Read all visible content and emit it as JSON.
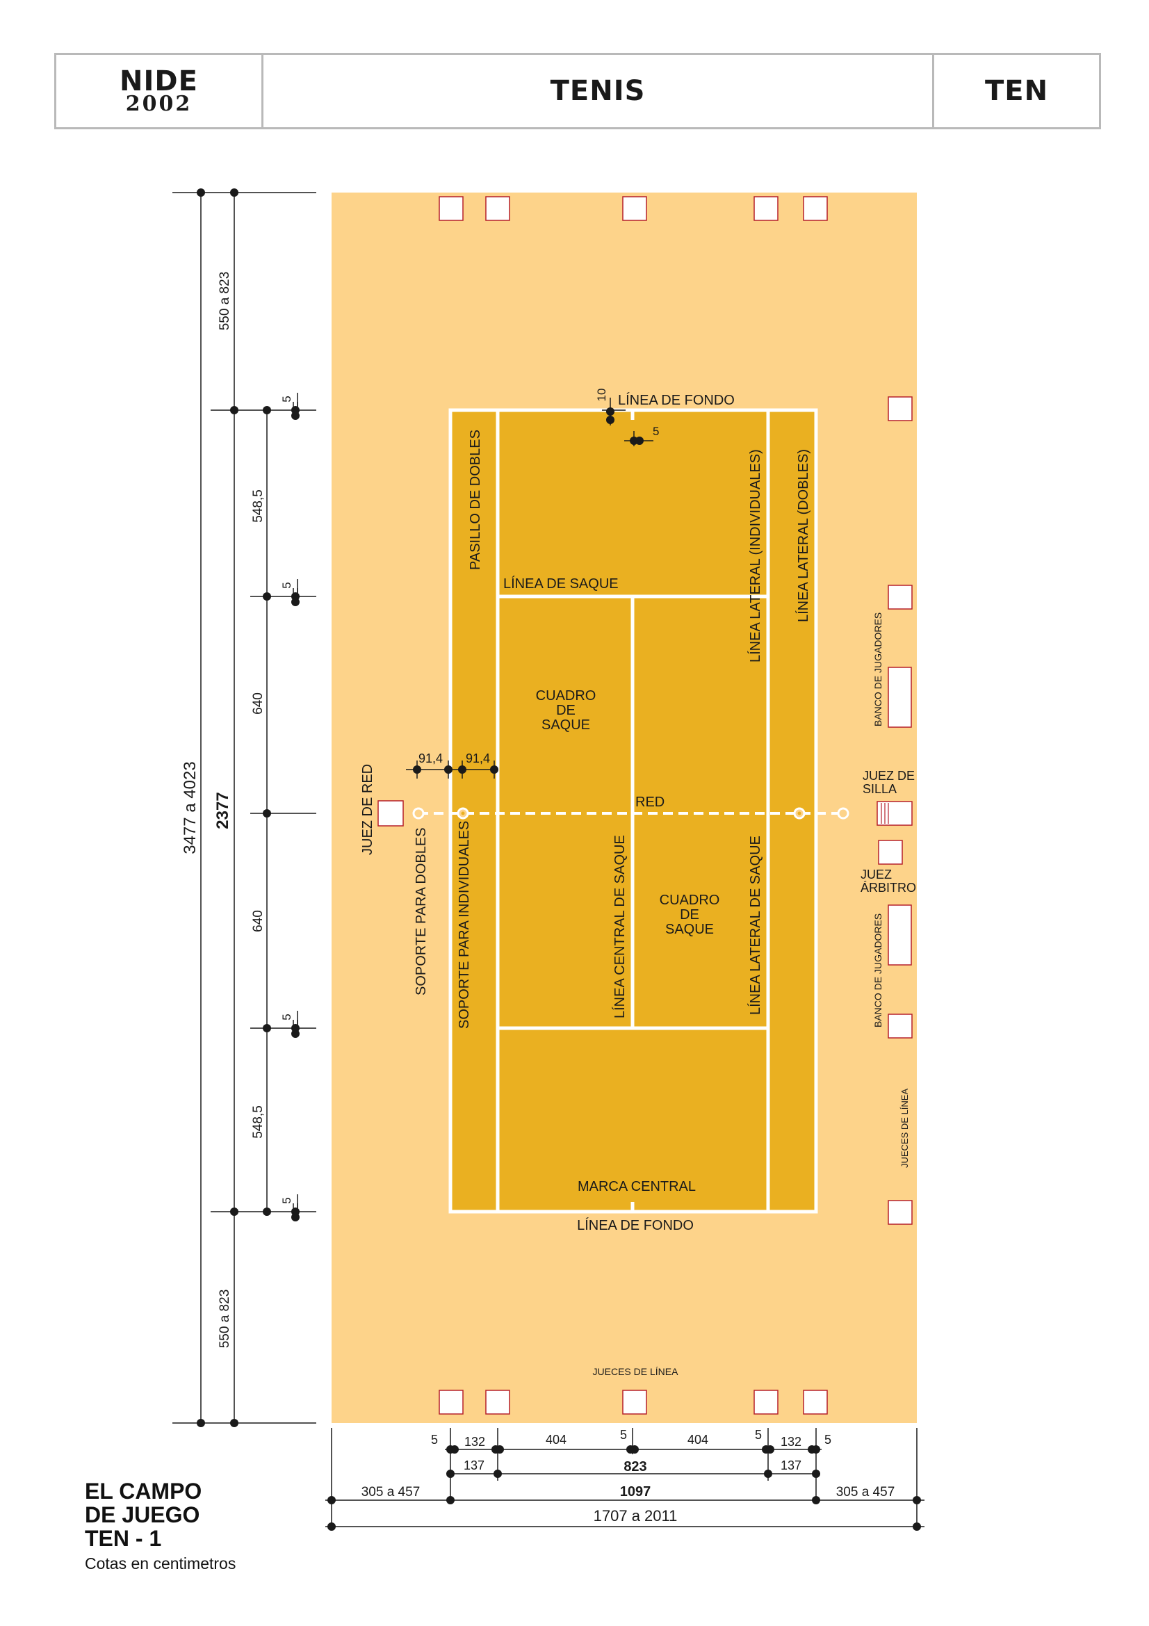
{
  "header": {
    "left_top": "NIDE",
    "left_bottom": "2002",
    "title": "TENIS",
    "code": "TEN"
  },
  "colors": {
    "surround": "#FDD38A",
    "court": "#EAB021",
    "lines": "#FFFFFF",
    "ink": "#1A1A1A",
    "marker_stroke": "#B5202A"
  },
  "labels": {
    "linea_fondo_top": "LÍNEA DE FONDO",
    "linea_fondo_bottom": "LÍNEA DE FONDO",
    "linea_saque": "LÍNEA DE SAQUE",
    "pasillo_dobles": "PASILLO DE DOBLES",
    "lateral_individuales": "LÍNEA LATERAL (INDIVIDUALES)",
    "lateral_dobles": "LÍNEA LATERAL (DOBLES)",
    "cuadro_saque_1": [
      "CUADRO",
      "DE",
      "SAQUE"
    ],
    "cuadro_saque_2": [
      "CUADRO",
      "DE",
      "SAQUE"
    ],
    "red": "RED",
    "juez_red": "JUEZ DE RED",
    "soporte_dobles": "SOPORTE PARA DOBLES",
    "soporte_individuales": "SOPORTE PARA INDIVIDUALES",
    "central_saque": "LÍNEA CENTRAL  DE SAQUE",
    "lateral_saque": "LÍNEA LATERAL DE SAQUE",
    "marca_central": "MARCA CENTRAL",
    "banco_jugadores_1": "BANCO DE JUGADORES",
    "banco_jugadores_2": "BANCO DE JUGADORES",
    "juez_silla": [
      "JUEZ DE",
      "SILLA"
    ],
    "juez_arbitro": [
      "JUEZ",
      "ÁRBITRO"
    ],
    "jueces_linea_side": "JUECES DE LÍNEA",
    "jueces_linea_bottom": "JUECES DE LÍNEA"
  },
  "dimensions": {
    "total_length": "3477 a 4023",
    "court_length": "2377",
    "runback": "550 a 823",
    "runback_bottom": "550 a 823",
    "service_to_base": "548,5",
    "service_to_base_bottom": "548,5",
    "service_half": "640",
    "service_half_bottom": "640",
    "line_width": "5",
    "baseline_width": "10",
    "center_mark_width": "5",
    "post_offset_1": "91,4",
    "post_offset_2": "91,4",
    "w5": "5",
    "w132": "132",
    "w404": "404",
    "w137": "137",
    "singles_width": "823",
    "doubles_width": "1097",
    "side_space": "305 a 457",
    "total_width": "1707 a 2011"
  },
  "caption": {
    "lines": [
      "EL CAMPO",
      "DE JUEGO",
      "TEN - 1"
    ],
    "note": "Cotas en centimetros"
  }
}
